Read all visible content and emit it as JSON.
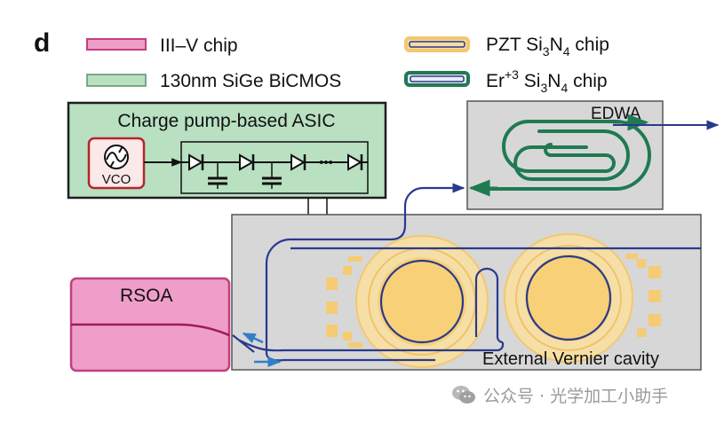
{
  "panel_label": "d",
  "legend": {
    "iii_v": "III–V chip",
    "sige": "130nm SiGe BiCMOS",
    "pzt": {
      "pre": "PZT Si",
      "sub1": "3",
      "mid": "N",
      "sub2": "4",
      "post": " chip"
    },
    "er": {
      "pre": "Er",
      "sup": "+3",
      "si": " Si",
      "sub1": "3",
      "mid": "N",
      "sub2": "4",
      "post": " chip"
    }
  },
  "blocks": {
    "asic_title": "Charge pump-based ASIC",
    "vco": "VCO",
    "dots": "•••",
    "edwa": "EDWA",
    "rsoa": "RSOA",
    "cavity": "External Vernier cavity"
  },
  "watermark": "公众号 · 光学加工小助手",
  "colors": {
    "iii_v_fill": "#ef9ec9",
    "iii_v_border": "#c0407f",
    "sige_fill": "#b8e0c1",
    "pzt_ring": "#f2c870",
    "waveguide": "#2a3a8c",
    "er_green": "#1f7a52",
    "chip_gray": "#d7d7d7",
    "arrow_blue": "#2f7fc8"
  }
}
